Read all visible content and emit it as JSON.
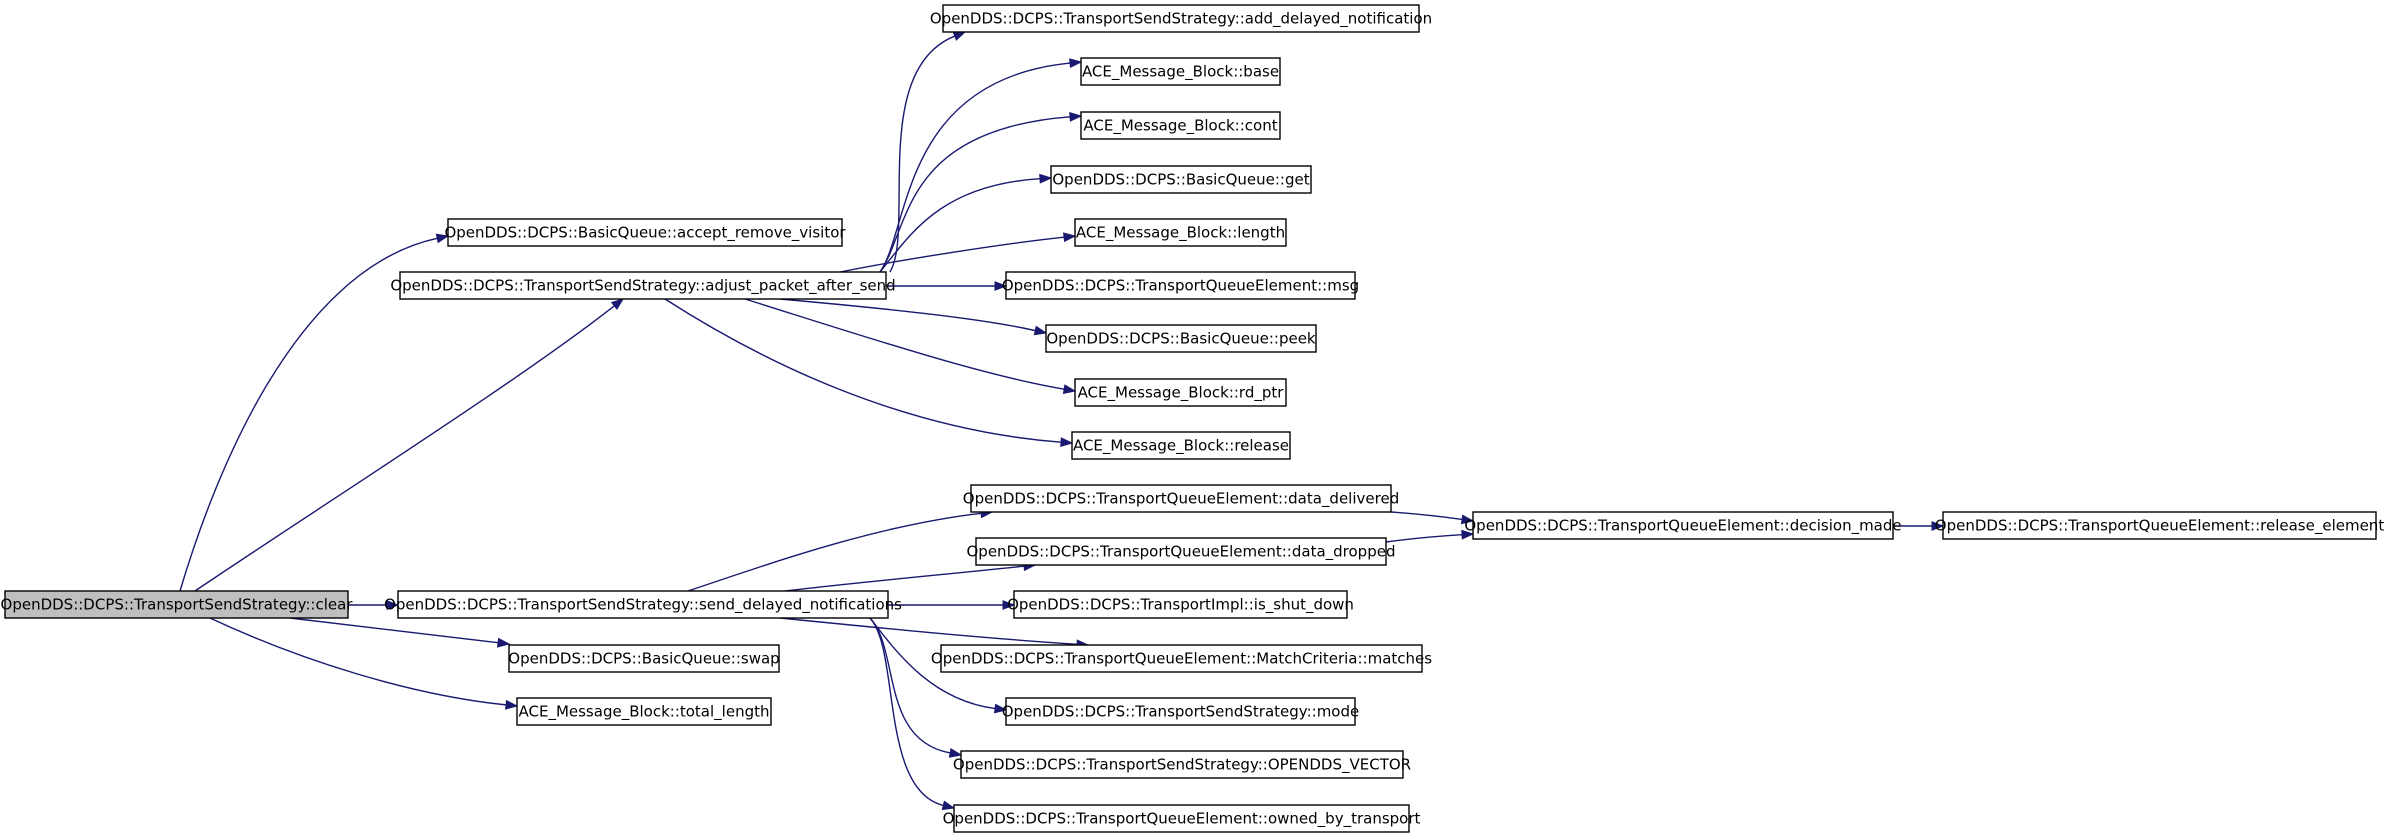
{
  "graph": {
    "nodes": [
      {
        "id": "clear",
        "label": "OpenDDS::DCPS::TransportSendStrategy::clear",
        "root": true
      },
      {
        "id": "accept_remove_visitor",
        "label": "OpenDDS::DCPS::BasicQueue::accept_remove_visitor"
      },
      {
        "id": "adjust_packet_after_send",
        "label": "OpenDDS::DCPS::TransportSendStrategy::adjust_packet_after_send"
      },
      {
        "id": "add_delayed_notification",
        "label": "OpenDDS::DCPS::TransportSendStrategy::add_delayed_notification"
      },
      {
        "id": "base",
        "label": "ACE_Message_Block::base"
      },
      {
        "id": "cont",
        "label": "ACE_Message_Block::cont"
      },
      {
        "id": "get",
        "label": "OpenDDS::DCPS::BasicQueue::get"
      },
      {
        "id": "length",
        "label": "ACE_Message_Block::length"
      },
      {
        "id": "msg",
        "label": "OpenDDS::DCPS::TransportQueueElement::msg"
      },
      {
        "id": "peek",
        "label": "OpenDDS::DCPS::BasicQueue::peek"
      },
      {
        "id": "rd_ptr",
        "label": "ACE_Message_Block::rd_ptr"
      },
      {
        "id": "release",
        "label": "ACE_Message_Block::release"
      },
      {
        "id": "send_delayed_notifications",
        "label": "OpenDDS::DCPS::TransportSendStrategy::send_delayed_notifications"
      },
      {
        "id": "data_delivered",
        "label": "OpenDDS::DCPS::TransportQueueElement::data_delivered"
      },
      {
        "id": "decision_made",
        "label": "OpenDDS::DCPS::TransportQueueElement::decision_made"
      },
      {
        "id": "release_element",
        "label": "OpenDDS::DCPS::TransportQueueElement::release_element"
      },
      {
        "id": "data_dropped",
        "label": "OpenDDS::DCPS::TransportQueueElement::data_dropped"
      },
      {
        "id": "is_shut_down",
        "label": "OpenDDS::DCPS::TransportImpl::is_shut_down"
      },
      {
        "id": "matches",
        "label": "OpenDDS::DCPS::TransportQueueElement::MatchCriteria::matches"
      },
      {
        "id": "mode",
        "label": "OpenDDS::DCPS::TransportSendStrategy::mode"
      },
      {
        "id": "OPENDDS_VECTOR",
        "label": "OpenDDS::DCPS::TransportSendStrategy::OPENDDS_VECTOR"
      },
      {
        "id": "owned_by_transport",
        "label": "OpenDDS::DCPS::TransportQueueElement::owned_by_transport"
      },
      {
        "id": "swap",
        "label": "OpenDDS::DCPS::BasicQueue::swap"
      },
      {
        "id": "total_length",
        "label": "ACE_Message_Block::total_length"
      }
    ],
    "edges": [
      {
        "from": "clear",
        "to": "accept_remove_visitor"
      },
      {
        "from": "clear",
        "to": "adjust_packet_after_send"
      },
      {
        "from": "clear",
        "to": "send_delayed_notifications"
      },
      {
        "from": "clear",
        "to": "swap"
      },
      {
        "from": "clear",
        "to": "total_length"
      },
      {
        "from": "adjust_packet_after_send",
        "to": "add_delayed_notification"
      },
      {
        "from": "adjust_packet_after_send",
        "to": "base"
      },
      {
        "from": "adjust_packet_after_send",
        "to": "cont"
      },
      {
        "from": "adjust_packet_after_send",
        "to": "get"
      },
      {
        "from": "adjust_packet_after_send",
        "to": "length"
      },
      {
        "from": "adjust_packet_after_send",
        "to": "msg"
      },
      {
        "from": "adjust_packet_after_send",
        "to": "peek"
      },
      {
        "from": "adjust_packet_after_send",
        "to": "rd_ptr"
      },
      {
        "from": "adjust_packet_after_send",
        "to": "release"
      },
      {
        "from": "send_delayed_notifications",
        "to": "data_delivered"
      },
      {
        "from": "send_delayed_notifications",
        "to": "data_dropped"
      },
      {
        "from": "send_delayed_notifications",
        "to": "is_shut_down"
      },
      {
        "from": "send_delayed_notifications",
        "to": "matches"
      },
      {
        "from": "send_delayed_notifications",
        "to": "mode"
      },
      {
        "from": "send_delayed_notifications",
        "to": "OPENDDS_VECTOR"
      },
      {
        "from": "send_delayed_notifications",
        "to": "owned_by_transport"
      },
      {
        "from": "data_delivered",
        "to": "decision_made"
      },
      {
        "from": "data_dropped",
        "to": "decision_made"
      },
      {
        "from": "decision_made",
        "to": "release_element"
      }
    ],
    "colors": {
      "edge": "#191970",
      "root_fill": "#bfbfbf",
      "node_fill": "#ffffff",
      "node_stroke": "#000000"
    }
  }
}
